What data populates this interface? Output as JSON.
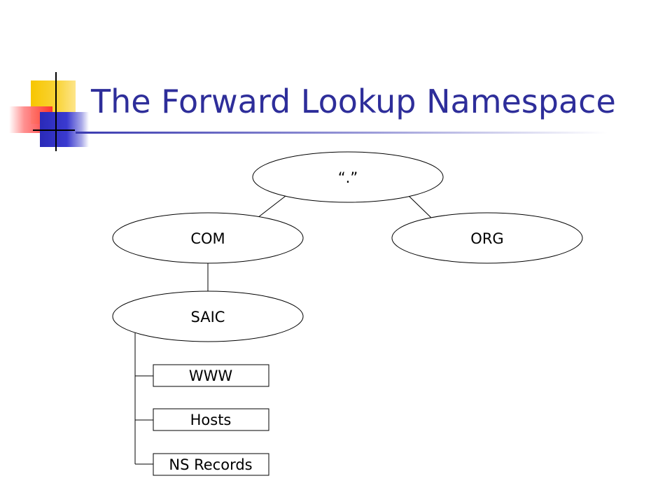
{
  "slide": {
    "title": "The Forward Lookup Namespace"
  },
  "diagram": {
    "nodes": {
      "root": "“.”",
      "com": "COM",
      "org": "ORG",
      "saic": "SAIC"
    },
    "records": [
      "WWW",
      "Hosts",
      "NS Records"
    ]
  },
  "colors": {
    "title": "#2e2e9a",
    "accent_yellow": "#f7c600",
    "accent_red": "#ff2d2d",
    "accent_blue": "#2a2ab8"
  }
}
